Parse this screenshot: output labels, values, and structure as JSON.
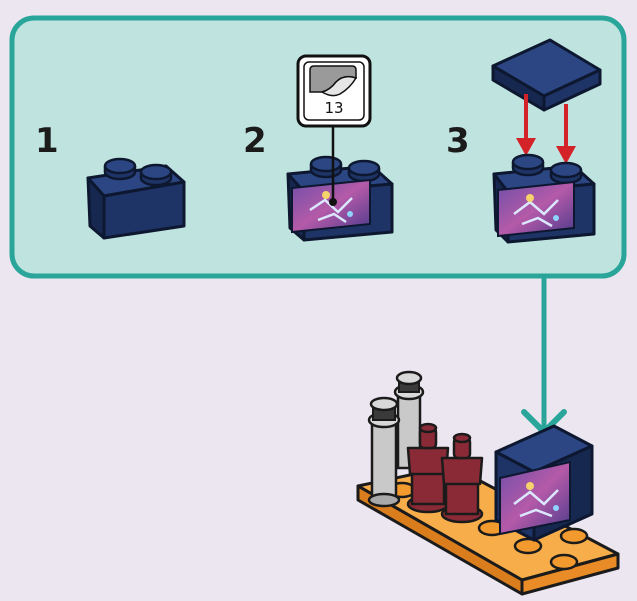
{
  "steps": [
    {
      "number": "1"
    },
    {
      "number": "2",
      "sticker_callout": "13"
    },
    {
      "number": "3"
    }
  ],
  "colors": {
    "background": "#ece6f1",
    "callout_panel_fill": "#bfe3df",
    "callout_panel_border": "#2aa59a",
    "brick_dark_blue": "#1f3466",
    "brick_outline": "#0d1830",
    "plate_orange": "#f39a2e",
    "minifig_dark_red": "#8a2a36",
    "pillar_gray": "#c9c9c9",
    "arrow_red": "#d42328",
    "arrow_teal": "#2aa59a"
  },
  "icons": [
    "sticker-sheet-icon",
    "red-down-arrow-icon",
    "teal-connector-arrow-icon"
  ]
}
